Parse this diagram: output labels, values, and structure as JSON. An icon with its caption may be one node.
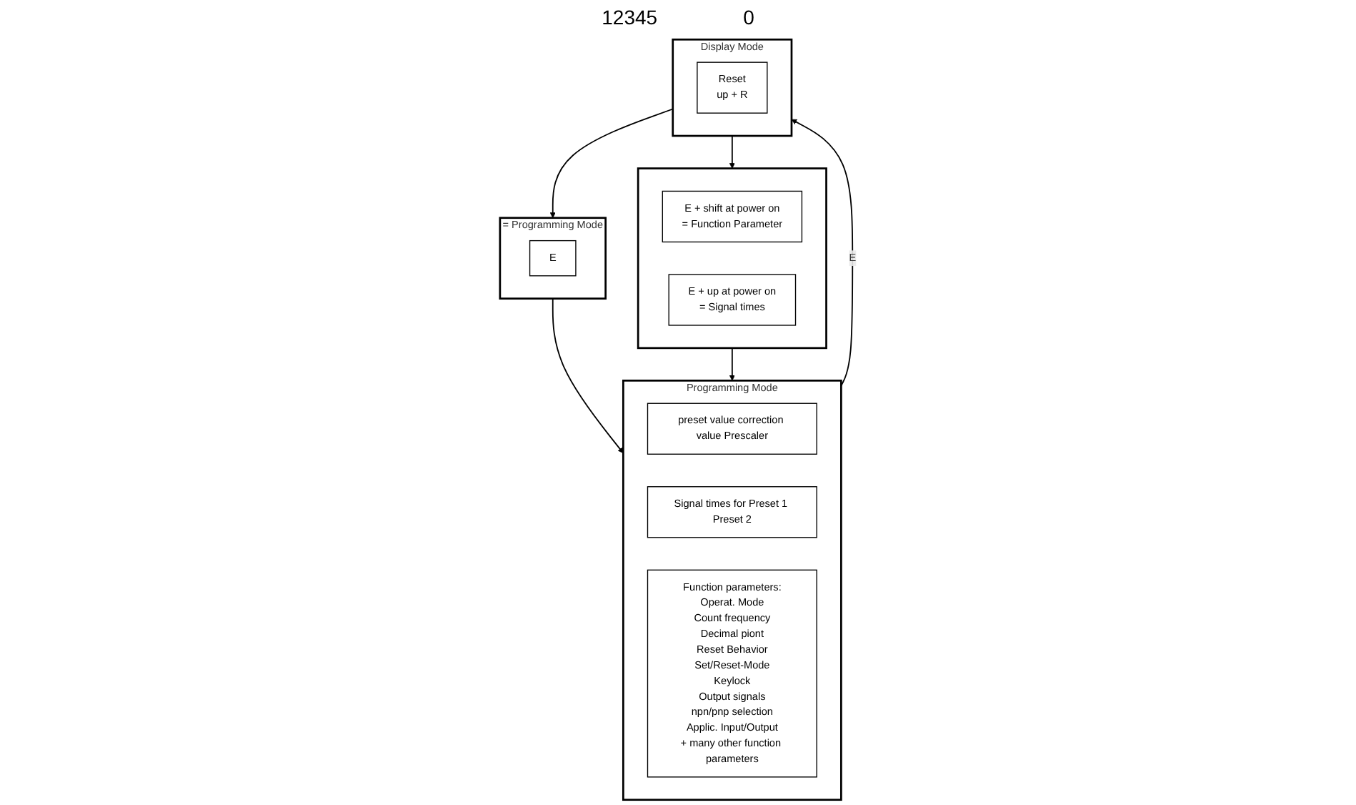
{
  "diagram": {
    "nodes": [
      {
        "text": [
          "Display Mode"
        ]
      },
      {
        "text": [
          "Reset",
          "up + R"
        ],
        "in": 0
      },
      {
        "text": [
          "= Programming Mode"
        ]
      },
      {
        "text": [
          "E"
        ],
        "in": 2
      },
      {
        "text": [],
        "shape": "box"
      },
      {
        "text": [
          "E + shift at power on",
          "= Function Parameter"
        ],
        "in": 4
      },
      {
        "text": [
          "E + up at power on",
          "= Signal times"
        ],
        "in": 4
      },
      {
        "text": [
          "Programming Mode"
        ]
      },
      {
        "text": [
          "preset value correction value Prescaler"
        ],
        "in": 7
      },
      {
        "text": [
          "Signal times for Preset 1 Preset 2"
        ],
        "in": 7
      },
      {
        "text": [
          "Function parameters:",
          "Operat. Mode",
          "Count frequency",
          "Decimal piont",
          "Reset Behavior",
          "Set/Reset-Mode",
          "Keylock",
          "Output signals",
          "npn/pnp selection",
          "Applic. Input/Output",
          "+ many other function parameters"
        ],
        "in": 7
      }
    ],
    "edges": [
      {
        "from": 0,
        "to": 2,
        "arrow": "to"
      },
      {
        "from": 0,
        "to": 4,
        "arrow": "to"
      },
      {
        "from": 2,
        "to": 7,
        "arrow": "to"
      },
      {
        "from": 4,
        "to": 7,
        "arrow": "to"
      },
      {
        "from": 7,
        "to": 0,
        "arrow": "to",
        "label": "E"
      }
    ],
    "labels": [
      "12345",
      "0"
    ]
  }
}
